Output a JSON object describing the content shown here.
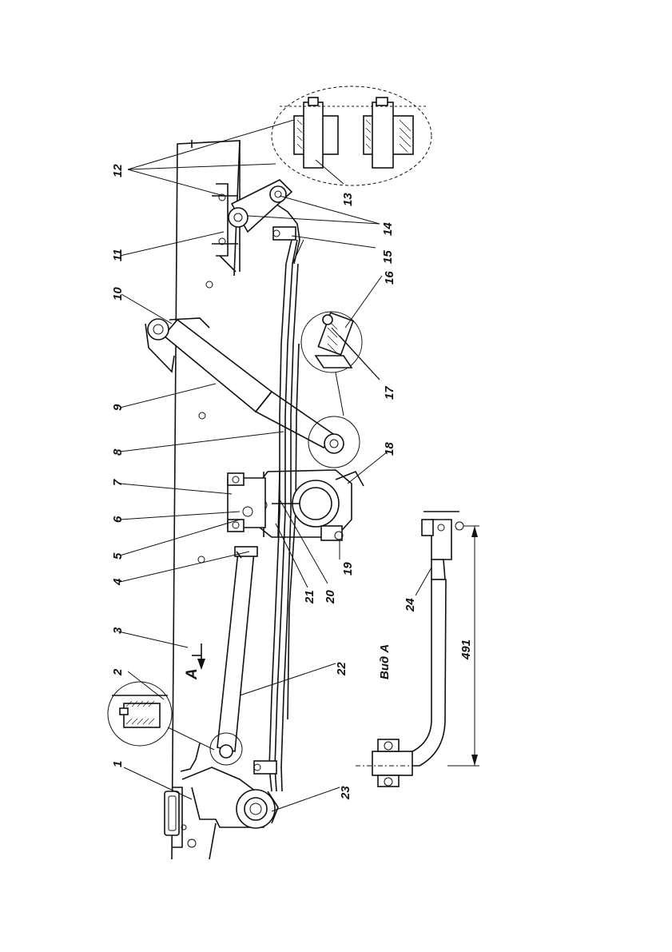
{
  "diagram": {
    "view_label": "Вид A",
    "arrow_label": "A",
    "dimension": "491",
    "callouts": [
      "1",
      "2",
      "3",
      "4",
      "5",
      "6",
      "7",
      "8",
      "9",
      "10",
      "11",
      "12",
      "13",
      "14",
      "15",
      "16",
      "17",
      "18",
      "19",
      "20",
      "21",
      "22",
      "23",
      "24"
    ]
  }
}
